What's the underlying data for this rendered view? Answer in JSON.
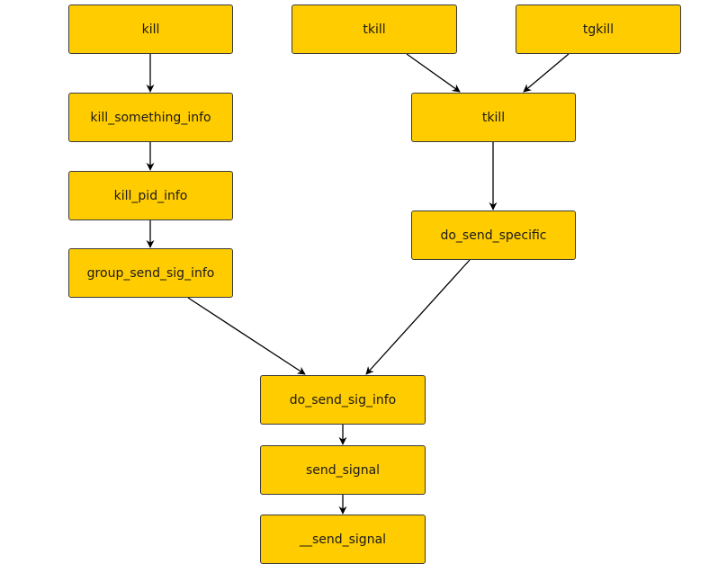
{
  "colors": {
    "node_fill": "#ffcc00",
    "node_border": "#3a3a3a",
    "edge": "#000000"
  },
  "nodes": {
    "kill": "kill",
    "tkill_syscall": "tkill",
    "tgkill": "tgkill",
    "kill_something_info": "kill_something_info",
    "tkill": "tkill",
    "kill_pid_info": "kill_pid_info",
    "do_send_specific": "do_send_specific",
    "group_send_sig_info": "group_send_sig_info",
    "do_send_sig_info": "do_send_sig_info",
    "send_signal": "send_signal",
    "__send_signal": "__send_signal"
  },
  "edges": [
    {
      "from": "kill",
      "to": "kill_something_info"
    },
    {
      "from": "kill_something_info",
      "to": "kill_pid_info"
    },
    {
      "from": "kill_pid_info",
      "to": "group_send_sig_info"
    },
    {
      "from": "tkill_syscall",
      "to": "tkill"
    },
    {
      "from": "tgkill",
      "to": "tkill"
    },
    {
      "from": "tkill",
      "to": "do_send_specific"
    },
    {
      "from": "group_send_sig_info",
      "to": "do_send_sig_info"
    },
    {
      "from": "do_send_specific",
      "to": "do_send_sig_info"
    },
    {
      "from": "do_send_sig_info",
      "to": "send_signal"
    },
    {
      "from": "send_signal",
      "to": "__send_signal"
    }
  ]
}
